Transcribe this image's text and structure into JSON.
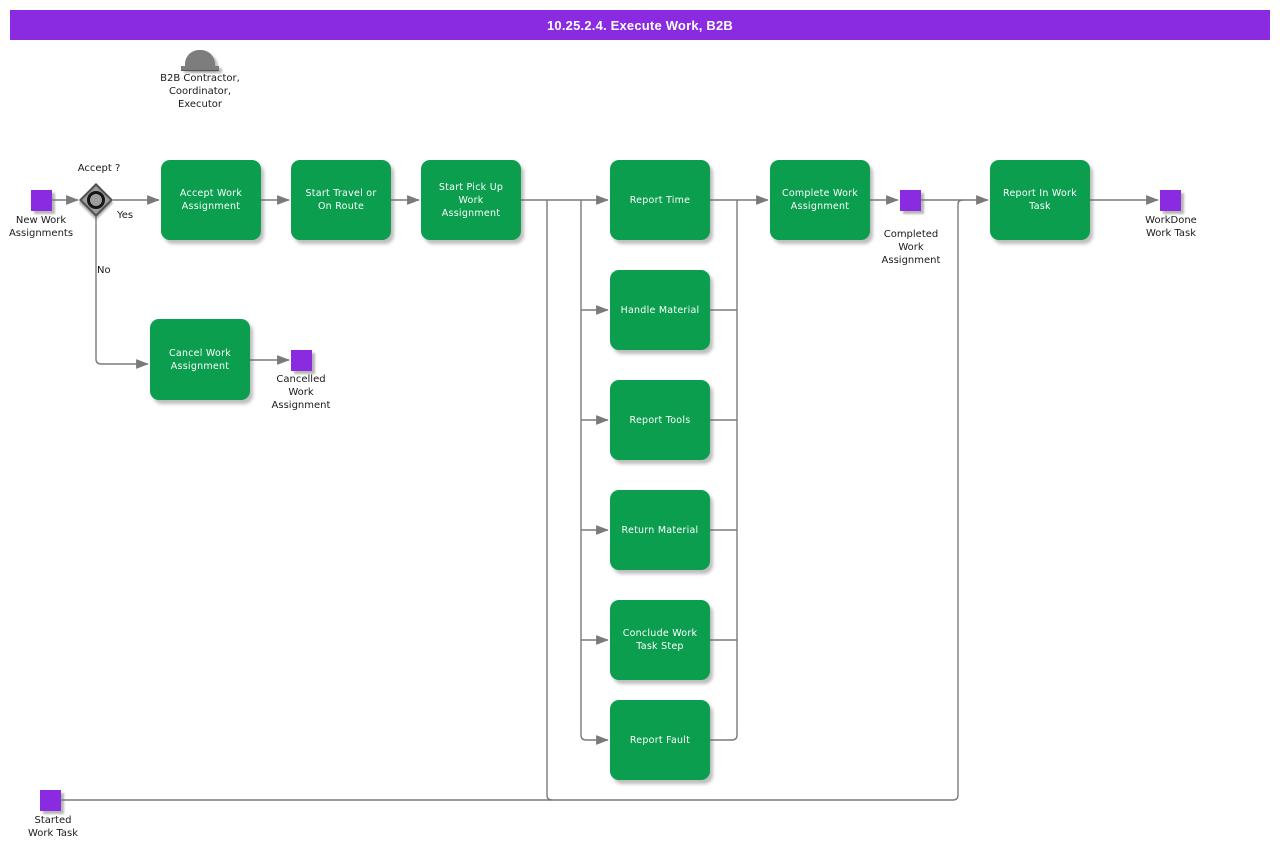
{
  "title": "10.25.2.4. Execute Work, B2B",
  "actor": {
    "label": "B2B Contractor, Coordinator, Executor"
  },
  "gateway": {
    "question": "Accept ?",
    "yes_label": "Yes",
    "no_label": "No"
  },
  "tasks": [
    {
      "id": "accept-work-assignment",
      "label": "Accept Work Assignment"
    },
    {
      "id": "start-travel-or-on-route",
      "label": "Start Travel or On Route"
    },
    {
      "id": "start-pick-up-work-assignment",
      "label": "Start Pick Up Work Assignment"
    },
    {
      "id": "report-time",
      "label": "Report Time"
    },
    {
      "id": "handle-material",
      "label": "Handle Material"
    },
    {
      "id": "report-tools",
      "label": "Report Tools"
    },
    {
      "id": "return-material",
      "label": "Return Material"
    },
    {
      "id": "conclude-work-task-step",
      "label": "Conclude Work Task Step"
    },
    {
      "id": "report-fault",
      "label": "Report Fault"
    },
    {
      "id": "complete-work-assignment",
      "label": "Complete Work Assignment"
    },
    {
      "id": "report-in-work-task",
      "label": "Report In Work Task"
    },
    {
      "id": "cancel-work-assignment",
      "label": "Cancel Work Assignment"
    }
  ],
  "events": [
    {
      "id": "new-work-assignments",
      "label": "New Work Assignments"
    },
    {
      "id": "cancelled-work-assignment",
      "label": "Cancelled Work Assignment"
    },
    {
      "id": "completed-work-assignment",
      "label": "Completed Work Assignment"
    },
    {
      "id": "workdone-work-task",
      "label": "WorkDone Work Task"
    },
    {
      "id": "started-work-task",
      "label": "Started Work Task"
    }
  ],
  "colors": {
    "accent_purple": "#8a2be2",
    "task_green": "#0a9e4e",
    "line_gray": "#7a7a7a",
    "actor_gray": "#7d7d7d",
    "title_text": "#ffffff"
  }
}
